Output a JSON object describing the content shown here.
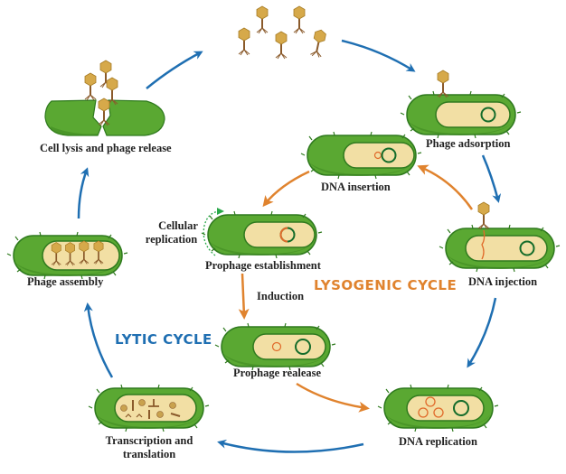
{
  "colors": {
    "lytic": "#1f6fb2",
    "lysogenic": "#e0832e",
    "cell_outer": "#5aa832",
    "cell_outer_dark": "#2f7a1e",
    "cell_inner": "#f2dfa4",
    "host_dna": "#146c2a",
    "phage_dna": "#e06a2a",
    "phage_head": "#d6a94a",
    "phage_tail": "#8a5a2b",
    "replication_arrow": "#2aa84a",
    "label_text": "#222222"
  },
  "cycles": {
    "lytic": "LYTIC CYCLE",
    "lysogenic": "LYSOGENIC CYCLE"
  },
  "stages": {
    "phage_adsorption": "Phage adsorption",
    "dna_injection": "DNA injection",
    "dna_replication": "DNA replication",
    "transcription_translation_line1": "Transcription and",
    "transcription_translation_line2": "translation",
    "phage_assembly": "Phage assembly",
    "cell_lysis": "Cell lysis and phage release",
    "dna_insertion": "DNA insertion",
    "prophage_establishment": "Prophage establishment",
    "cellular_replication_line1": "Cellular",
    "cellular_replication_line2": "replication",
    "induction": "Induction",
    "prophage_release": "Prophage realease"
  }
}
